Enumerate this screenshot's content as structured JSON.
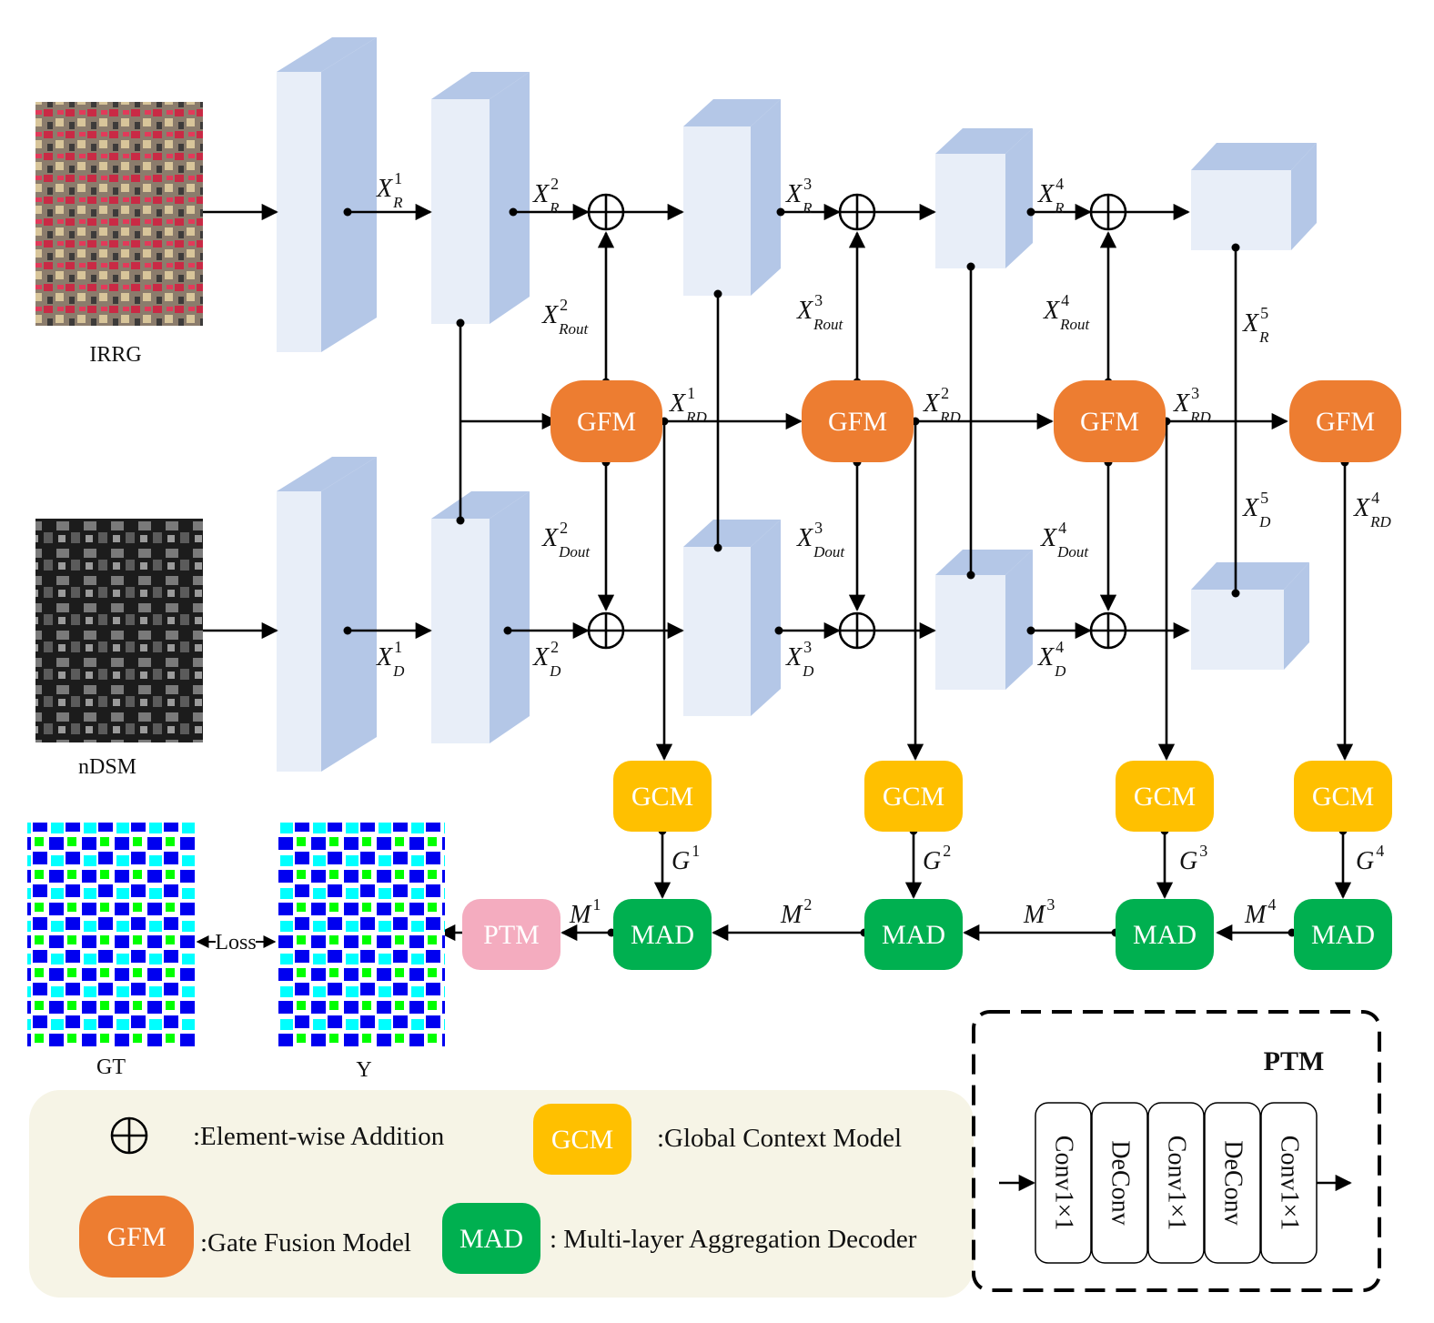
{
  "images": {
    "irrg_caption": "IRRG",
    "ndsm_caption": "nDSM",
    "gt_caption": "GT",
    "y_caption": "Y",
    "loss_label": "Loss"
  },
  "modules": {
    "gfm": "GFM",
    "gcm": "GCM",
    "mad": "MAD",
    "ptm": "PTM"
  },
  "labels": {
    "xr1": "X",
    "xr1_sup": "1",
    "xr1_sub": "R",
    "xr2": "X",
    "xr2_sup": "2",
    "xr2_sub": "R",
    "xr3": "X",
    "xr3_sup": "3",
    "xr3_sub": "R",
    "xr4": "X",
    "xr4_sup": "4",
    "xr4_sub": "R",
    "xr5": "X",
    "xr5_sup": "5",
    "xr5_sub": "R",
    "xd1": "X",
    "xd1_sup": "1",
    "xd1_sub": "D",
    "xd2": "X",
    "xd2_sup": "2",
    "xd2_sub": "D",
    "xd3": "X",
    "xd3_sup": "3",
    "xd3_sub": "D",
    "xd4": "X",
    "xd4_sup": "4",
    "xd4_sub": "D",
    "xd5": "X",
    "xd5_sup": "5",
    "xd5_sub": "D",
    "xrout2": "X",
    "xrout2_sup": "2",
    "xrout2_sub": "Rout",
    "xrout3": "X",
    "xrout3_sup": "3",
    "xrout3_sub": "Rout",
    "xrout4": "X",
    "xrout4_sup": "4",
    "xrout4_sub": "Rout",
    "xdout2": "X",
    "xdout2_sup": "2",
    "xdout2_sub": "Dout",
    "xdout3": "X",
    "xdout3_sup": "3",
    "xdout3_sub": "Dout",
    "xdout4": "X",
    "xdout4_sup": "4",
    "xdout4_sub": "Dout",
    "xrd1": "X",
    "xrd1_sup": "1",
    "xrd1_sub": "RD",
    "xrd2": "X",
    "xrd2_sup": "2",
    "xrd2_sub": "RD",
    "xrd3": "X",
    "xrd3_sup": "3",
    "xrd3_sub": "RD",
    "xrd4": "X",
    "xrd4_sup": "4",
    "xrd4_sub": "RD",
    "g1": "G",
    "g1_sup": "1",
    "g2": "G",
    "g2_sup": "2",
    "g3": "G",
    "g3_sup": "3",
    "g4": "G",
    "g4_sup": "4",
    "m1": "M",
    "m1_sup": "1",
    "m2": "M",
    "m2_sup": "2",
    "m3": "M",
    "m3_sup": "3",
    "m4": "M",
    "m4_sup": "4"
  },
  "legend": {
    "addition": ":Element-wise Addition",
    "gcm": ":Global Context Model",
    "gfm": ":Gate Fusion Model",
    "mad": ": Multi-layer Aggregation Decoder"
  },
  "ptm_panel": {
    "title": "PTM",
    "layers": [
      "Conv1×1",
      "DeConv",
      "Conv1×1",
      "DeConv",
      "Conv1×1"
    ]
  },
  "colors": {
    "block_front": "#e8eef8",
    "block_side": "#b4c7e7",
    "gfm": "#ed7d31",
    "gcm": "#ffc000",
    "mad": "#00b050",
    "ptm": "#f4acbf",
    "legend_bg": "#f6f4e6"
  }
}
